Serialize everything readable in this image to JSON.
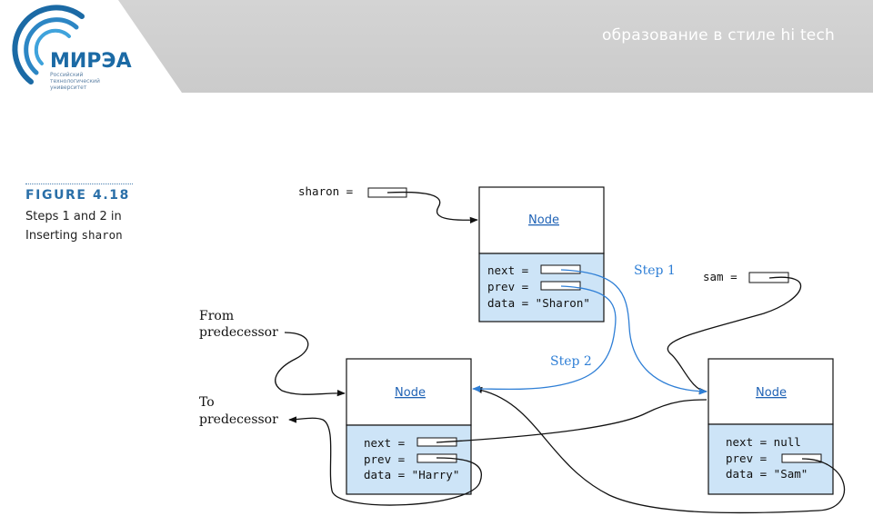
{
  "header": {
    "tagline": "образование в стиле hi tech",
    "logo_text": "МИРЭА",
    "logo_subtitle_lines": [
      "Российский",
      "технологический",
      "университет"
    ]
  },
  "figure": {
    "label": "FIGURE 4.18",
    "caption_prefix": "Steps 1 and 2 in",
    "caption_line2_prefix": "Inserting ",
    "caption_code": "sharon"
  },
  "diagram": {
    "vars": {
      "sharon": "sharon =",
      "sam": "sam ="
    },
    "nodes": {
      "sharon": {
        "title": "Node",
        "fields": [
          "next =",
          "prev =",
          "data = \"Sharon\""
        ]
      },
      "harry": {
        "title": "Node",
        "fields": [
          "next =",
          "prev =",
          "data = \"Harry\""
        ]
      },
      "sam": {
        "title": "Node",
        "fields": [
          "next = null",
          "prev =",
          "data = \"Sam\""
        ]
      }
    },
    "labels": {
      "step1": "Step 1",
      "step2": "Step 2",
      "from_line1": "From",
      "from_line2": "predecessor",
      "to_line1": "To",
      "to_line2": "predecessor"
    },
    "colors": {
      "field_fill": "#cde4f7",
      "step_arrow": "#2f7fd6",
      "node_title": "#1f62b5",
      "step_label": "#2f7fd6",
      "figure_label": "#2a6fa8"
    }
  }
}
